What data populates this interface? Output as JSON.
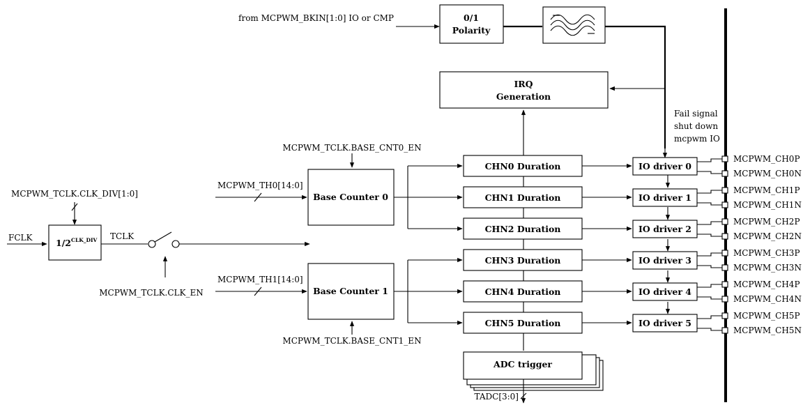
{
  "inputs": {
    "bkin": "from MCPWM_BKIN[1:0] IO or CMP",
    "fclk": "FCLK",
    "tclk": "TCLK",
    "clk_div_reg": "MCPWM_TCLK.CLK_DIV[1:0]",
    "clk_en_reg": "MCPWM_TCLK.CLK_EN",
    "th0": "MCPWM_TH0[14:0]",
    "th1": "MCPWM_TH1[14:0]",
    "base_cnt0_en": "MCPWM_TCLK.BASE_CNT0_EN",
    "base_cnt1_en": "MCPWM_TCLK.BASE_CNT1_EN",
    "tadc": "TADC[3:0]"
  },
  "blocks": {
    "polarity_line1": "0/1",
    "polarity_line2": "Polarity",
    "irq_line1": "IRQ",
    "irq_line2": "Generation",
    "divider_base": "1/2",
    "divider_exp": "CLK_DIV",
    "base_counter_0": "Base Counter 0",
    "base_counter_1": "Base Counter 1",
    "adc_trigger": "ADC trigger"
  },
  "durations": [
    "CHN0 Duration",
    "CHN1 Duration",
    "CHN2 Duration",
    "CHN3 Duration",
    "CHN4 Duration",
    "CHN5 Duration"
  ],
  "io_drivers": [
    "IO driver 0",
    "IO driver 1",
    "IO driver 2",
    "IO driver 3",
    "IO driver 4",
    "IO driver 5"
  ],
  "fail_signal": [
    "Fail signal",
    "shut down",
    "mcpwm IO"
  ],
  "channels": [
    "MCPWM_CH0P",
    "MCPWM_CH0N",
    "MCPWM_CH1P",
    "MCPWM_CH1N",
    "MCPWM_CH2P",
    "MCPWM_CH2N",
    "MCPWM_CH3P",
    "MCPWM_CH3N",
    "MCPWM_CH4P",
    "MCPWM_CH4N",
    "MCPWM_CH5P",
    "MCPWM_CH5N"
  ]
}
